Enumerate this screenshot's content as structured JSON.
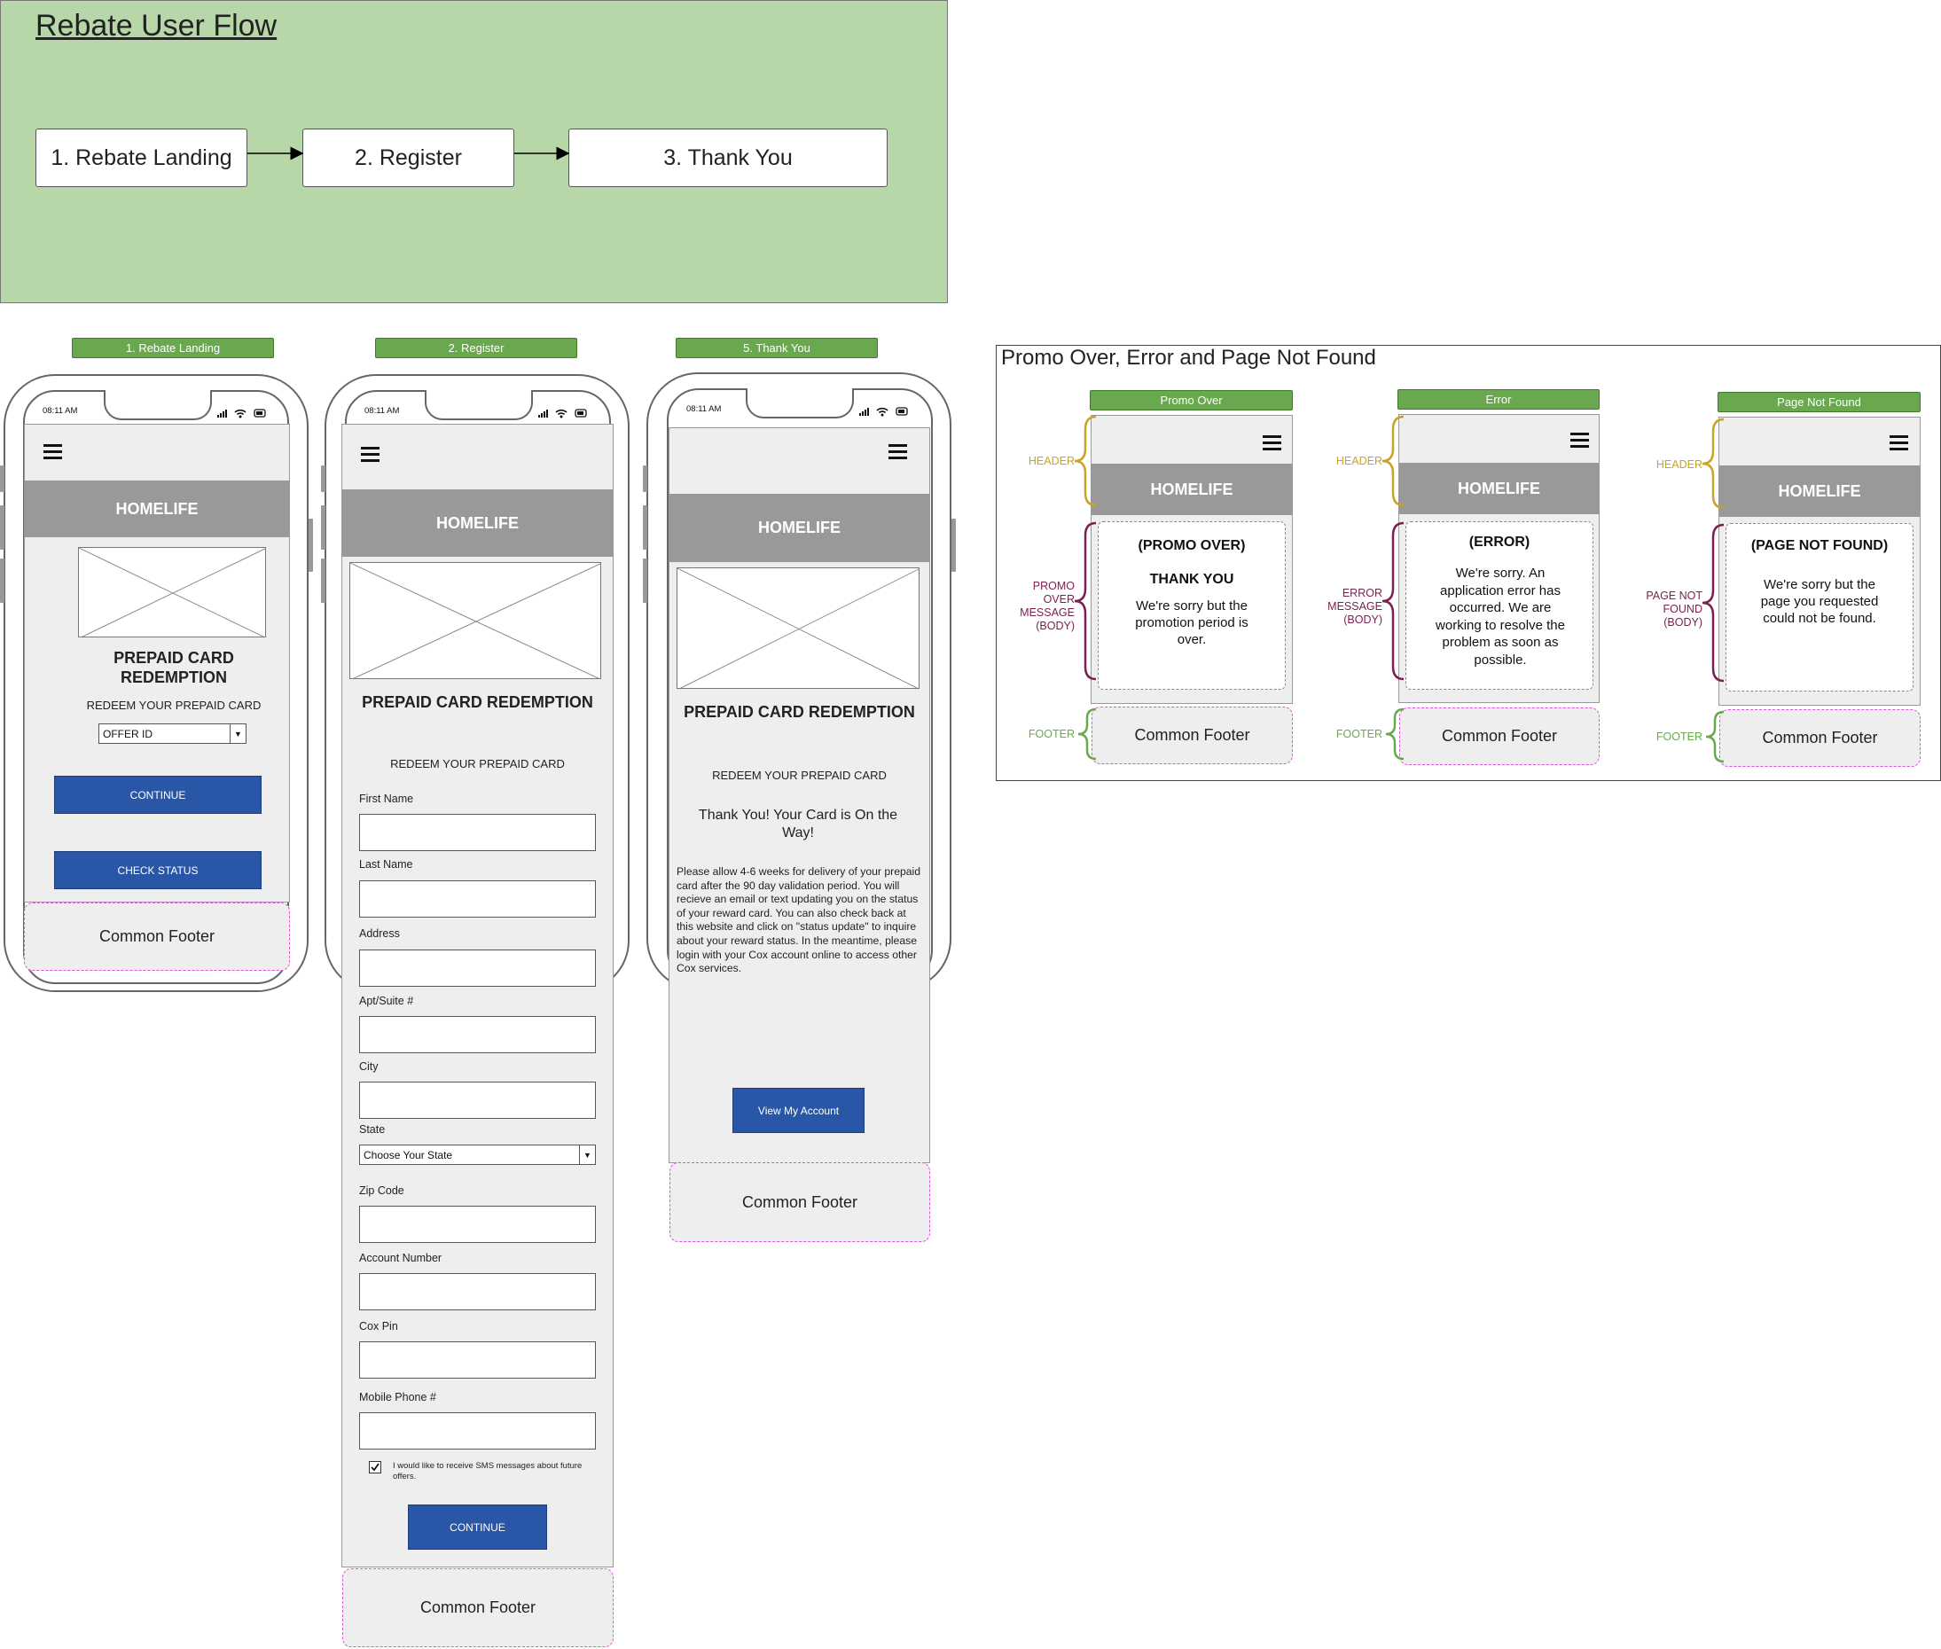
{
  "flow": {
    "title": "Rebate User Flow",
    "steps": [
      "1. Rebate Landing",
      "2. Register",
      "3. Thank You"
    ]
  },
  "status_time": "08:11 AM",
  "brand": "HOMELIFE",
  "common_footer": "Common Footer",
  "screens": {
    "landing": {
      "label": "1. Rebate Landing",
      "title": "PREPAID CARD REDEMPTION",
      "subtitle": "REDEEM YOUR PREPAID CARD",
      "offer_placeholder": "OFFER ID",
      "continue": "CONTINUE",
      "check_status": "CHECK STATUS"
    },
    "register": {
      "label": "2. Register",
      "title": "PREPAID CARD REDEMPTION",
      "subtitle": "REDEEM YOUR PREPAID CARD",
      "fields": [
        "First Name",
        "Last Name",
        "Address",
        "Apt/Suite #",
        "City"
      ],
      "state_label": "State",
      "state_value": "Choose Your State",
      "fields2": [
        "Zip Code",
        "Account Number",
        "Cox Pin",
        "Mobile Phone #"
      ],
      "sms_optin": "I would like to receive SMS messages about future offers.",
      "sms_checked": true,
      "continue": "CONTINUE"
    },
    "thankyou": {
      "label": "5. Thank You",
      "title": "PREPAID CARD REDEMPTION",
      "subtitle": "REDEEM YOUR PREPAID CARD",
      "heading": "Thank You! Your Card is On the Way!",
      "body": "Please allow 4-6 weeks for delivery of your prepaid card after the 90 day validation period. You will recieve an email or text updating you on the status of your reward card. You can also check back at this website and click on \"status update\" to inquire about your reward status. In the meantime, please login with your Cox account online to access other Cox services.",
      "button": "View My Account"
    }
  },
  "panel": {
    "title": "Promo Over, Error and Page Not Found",
    "annotations": {
      "header": "HEADER",
      "footer": "FOOTER",
      "promo_body": "PROMO OVER MESSAGE (BODY)",
      "error_body": "ERROR MESSAGE (BODY)",
      "notfound_body": "PAGE NOT FOUND (BODY)"
    },
    "promo": {
      "label": "Promo Over",
      "heading": "(PROMO OVER)",
      "subheading": "THANK YOU",
      "text": "We're sorry but the promotion period is over."
    },
    "error": {
      "label": "Error",
      "heading": "(ERROR)",
      "text": "We're sorry. An application error has occurred. We are working to resolve the problem as soon as possible."
    },
    "notfound": {
      "label": "Page Not Found",
      "heading": "(PAGE NOT FOUND)",
      "text": "We're sorry but the page you requested could not be found."
    }
  },
  "colors": {
    "flow_bg": "#b7d7a8",
    "label_green": "#6aa84f",
    "banner_gray": "#999999",
    "button_blue": "#2a56a8",
    "footer_dash": "#e052e0",
    "annot_header": "#c9a227",
    "annot_body": "#7a1f4f",
    "annot_footer": "#6aa84f"
  }
}
